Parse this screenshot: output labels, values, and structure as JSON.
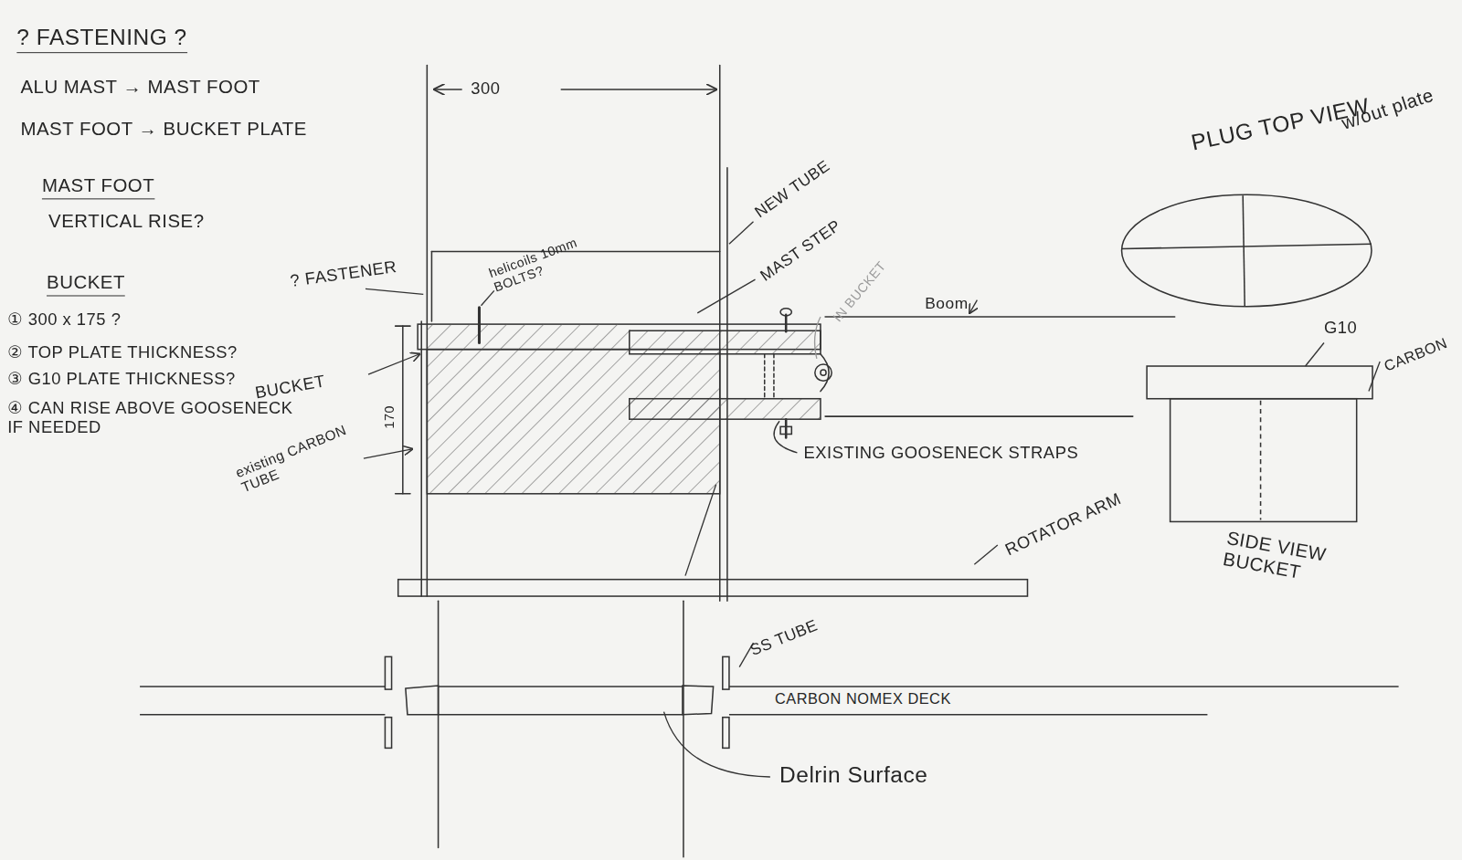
{
  "diagram": {
    "title": "? FASTENING ?",
    "labels": [
      "ALU MAST → MAST FOOT",
      "MAST FOOT → BUCKET PLATE",
      "MAST FOOT",
      "VERTICAL RISE?",
      "BUCKET",
      "① 300 x 175 ?",
      "② TOP PLATE THICKNESS?",
      "③ G10 PLATE THICKNESS?",
      "④ CAN RISE ABOVE GOOSENECK IF NEEDED",
      "300",
      "? FASTENER",
      "helicoils 10mm BOLTS?",
      "NEW TUBE",
      "MAST STEP",
      "IN BUCKET",
      "Boom",
      "BUCKET",
      "170",
      "existing CARBON TUBE",
      "EXISTING GOOSENECK STRAPS",
      "ROTATOR ARM",
      "SS TUBE",
      "CARBON NOMEX DECK",
      "Delrin Surface",
      "PLUG TOP VIEW",
      "w/out plate",
      "G10",
      "CARBON",
      "SIDE VIEW BUCKET"
    ]
  }
}
